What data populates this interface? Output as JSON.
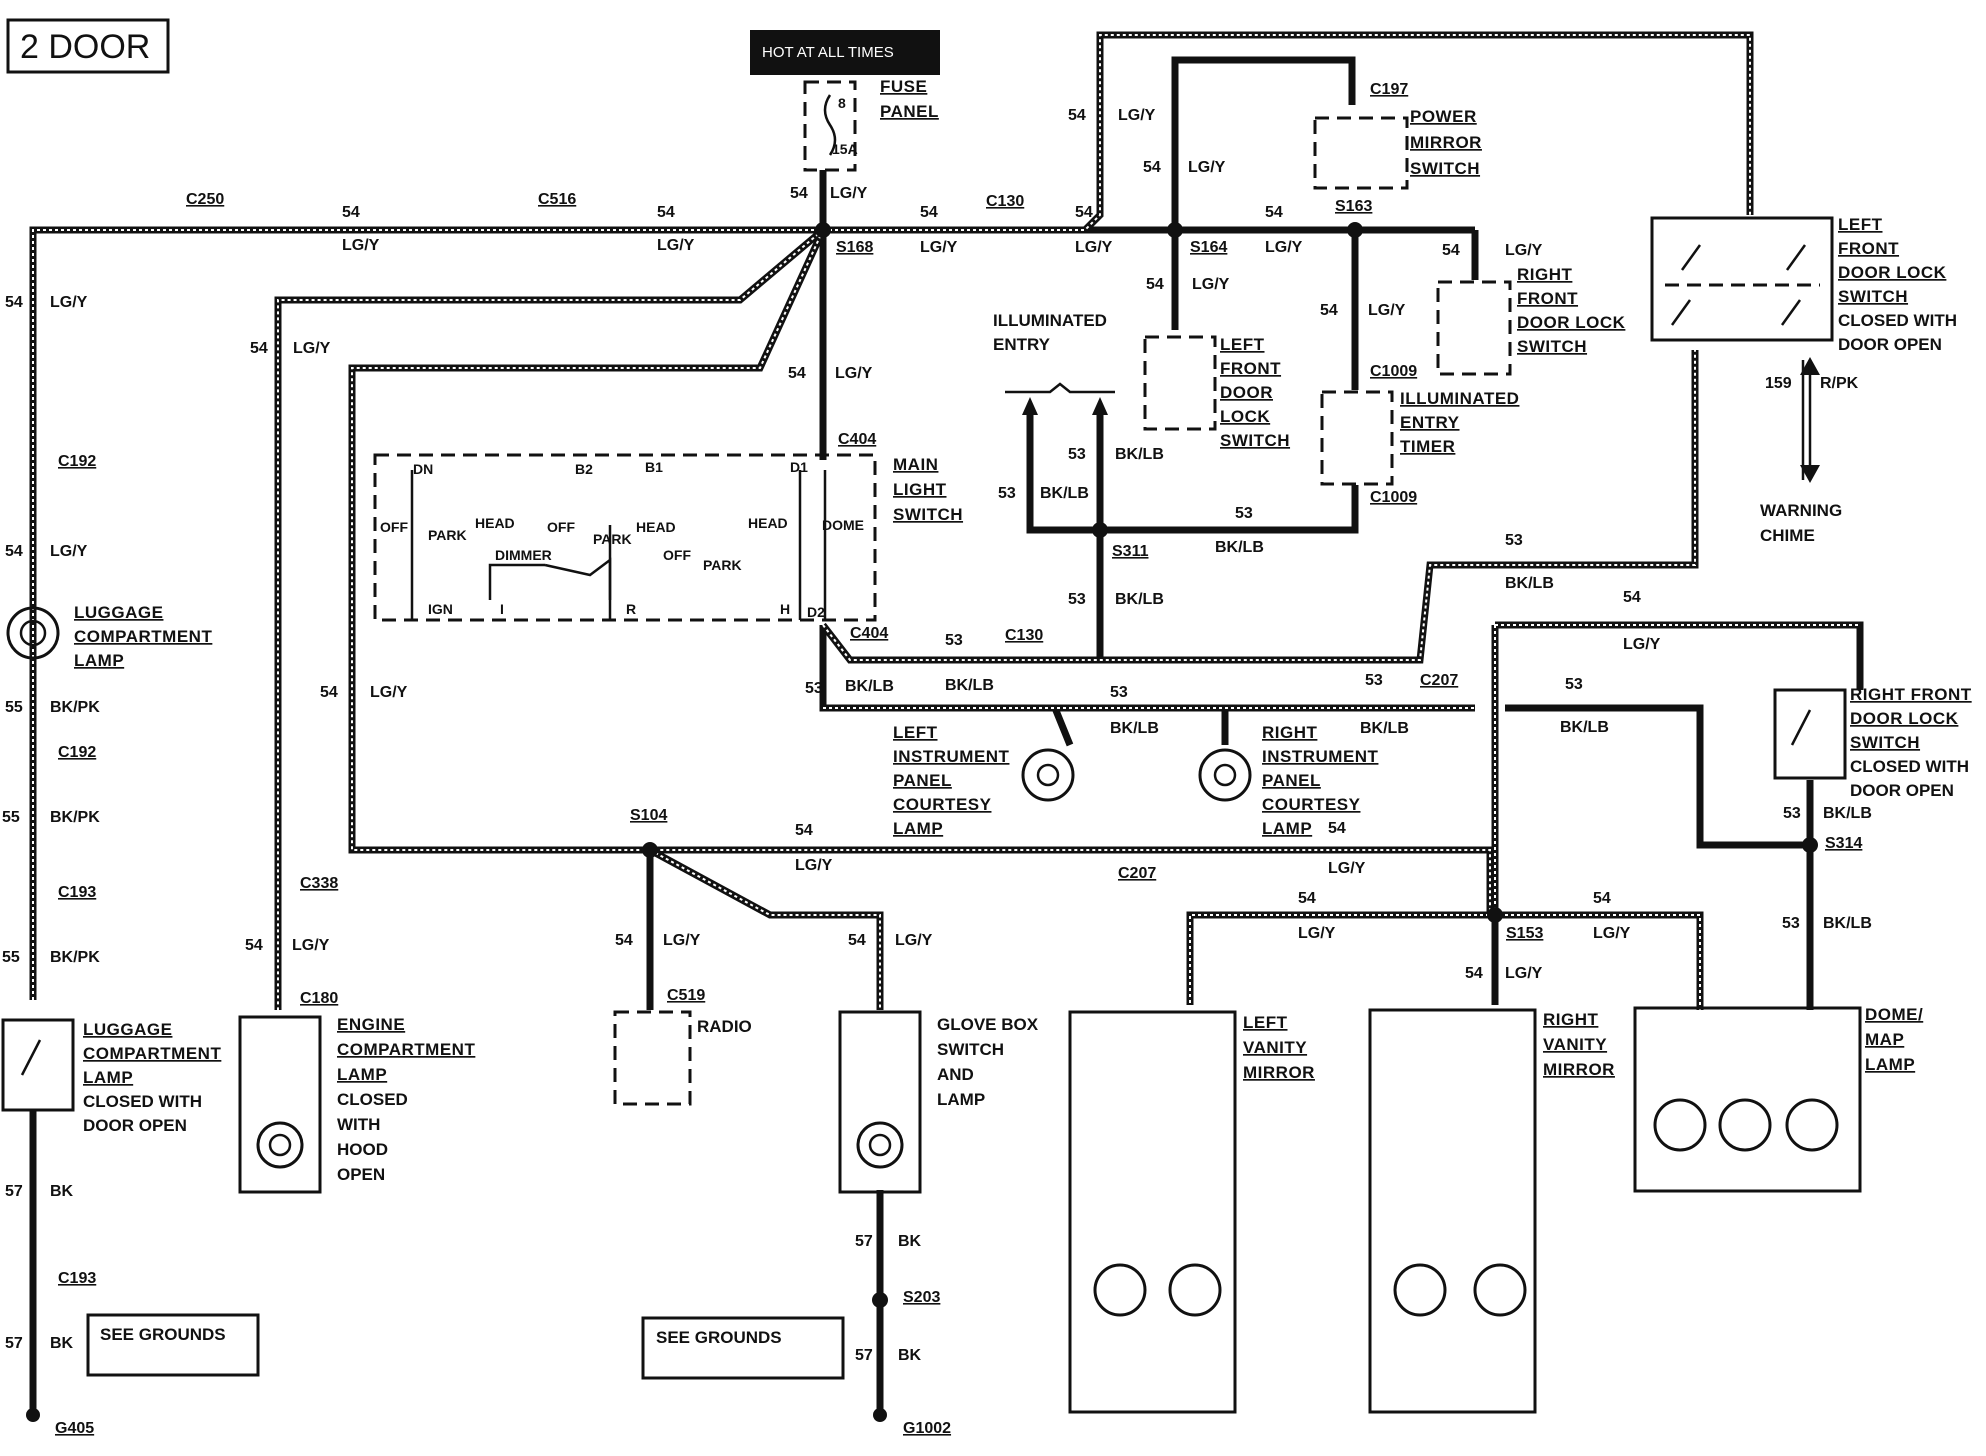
{
  "title": "2 DOOR",
  "power": {
    "hot": "HOT AT ALL TIMES",
    "fuse_num": "8",
    "fuse_amp": "15A",
    "fuse_label": [
      "FUSE",
      "PANEL"
    ]
  },
  "connectors": {
    "c250": "C250",
    "c516": "C516",
    "c130a": "C130",
    "c130b": "C130",
    "c197": "C197",
    "c192a": "C192",
    "c192b": "C192",
    "c193a": "C193",
    "c193b": "C193",
    "c338": "C338",
    "c180": "C180",
    "c404a": "C404",
    "c404b": "C404",
    "c1009a": "C1009",
    "c1009b": "C1009",
    "c207a": "C207",
    "c207b": "C207",
    "c519": "C519"
  },
  "splices": {
    "s168": "S168",
    "s164": "S164",
    "s163": "S163",
    "s311": "S311",
    "s104": "S104",
    "s153": "S153",
    "s314": "S314",
    "s203": "S203"
  },
  "grounds": {
    "g405": "G405",
    "g1002": "G1002",
    "see1": "SEE GROUNDS",
    "see2": "SEE GROUNDS"
  },
  "wires": {
    "n54": "54",
    "n53": "53",
    "n55": "55",
    "n57": "57",
    "n159": "159",
    "lgy": "LG/Y",
    "bklb": "BK/LB",
    "bkpk": "BK/PK",
    "bk": "BK",
    "rpk": "R/PK"
  },
  "components": {
    "power_mirror": [
      "POWER",
      "MIRROR",
      "SWITCH"
    ],
    "left_front_lock": [
      "LEFT",
      "FRONT",
      "DOOR LOCK",
      "SWITCH",
      "CLOSED WITH",
      "DOOR OPEN"
    ],
    "right_front_lock_top": [
      "RIGHT",
      "FRONT",
      "DOOR LOCK",
      "SWITCH"
    ],
    "left_front_door_lock": [
      "LEFT",
      "FRONT",
      "DOOR",
      "LOCK",
      "SWITCH"
    ],
    "illuminated_entry": [
      "ILLUMINATED",
      "ENTRY"
    ],
    "timer": [
      "ILLUMINATED",
      "ENTRY",
      "TIMER"
    ],
    "main_switch": [
      "MAIN",
      "LIGHT",
      "SWITCH"
    ],
    "switch_terms": {
      "dn": "DN",
      "b2": "B2",
      "b1": "B1",
      "d1": "D1",
      "d2": "D2",
      "off": "OFF",
      "head": "HEAD",
      "park": "PARK",
      "dimmer": "DIMMER",
      "dome": "DOME",
      "ign": "IGN",
      "i": "I",
      "r": "R",
      "h": "H"
    },
    "warning": [
      "WARNING",
      "CHIME"
    ],
    "luggage_lamp": [
      "LUGGAGE",
      "COMPARTMENT",
      "LAMP"
    ],
    "luggage_switch": [
      "LUGGAGE",
      "COMPARTMENT",
      "LAMP",
      "CLOSED WITH",
      "DOOR OPEN"
    ],
    "engine": [
      "ENGINE",
      "COMPARTMENT",
      "LAMP",
      "CLOSED",
      "WITH",
      "HOOD",
      "OPEN"
    ],
    "left_ip": [
      "LEFT",
      "INSTRUMENT",
      "PANEL",
      "COURTESY",
      "LAMP"
    ],
    "right_ip": [
      "RIGHT",
      "INSTRUMENT",
      "PANEL",
      "COURTESY",
      "LAMP"
    ],
    "radio": "RADIO",
    "glove": [
      "GLOVE BOX",
      "SWITCH",
      "AND",
      "LAMP"
    ],
    "left_vanity": [
      "LEFT",
      "VANITY",
      "MIRROR"
    ],
    "right_vanity": [
      "RIGHT",
      "VANITY",
      "MIRROR"
    ],
    "dome": [
      "DOME/",
      "MAP",
      "LAMP"
    ],
    "right_front_lock": [
      "RIGHT FRONT",
      "DOOR LOCK",
      "SWITCH",
      "CLOSED WITH",
      "DOOR OPEN"
    ]
  }
}
